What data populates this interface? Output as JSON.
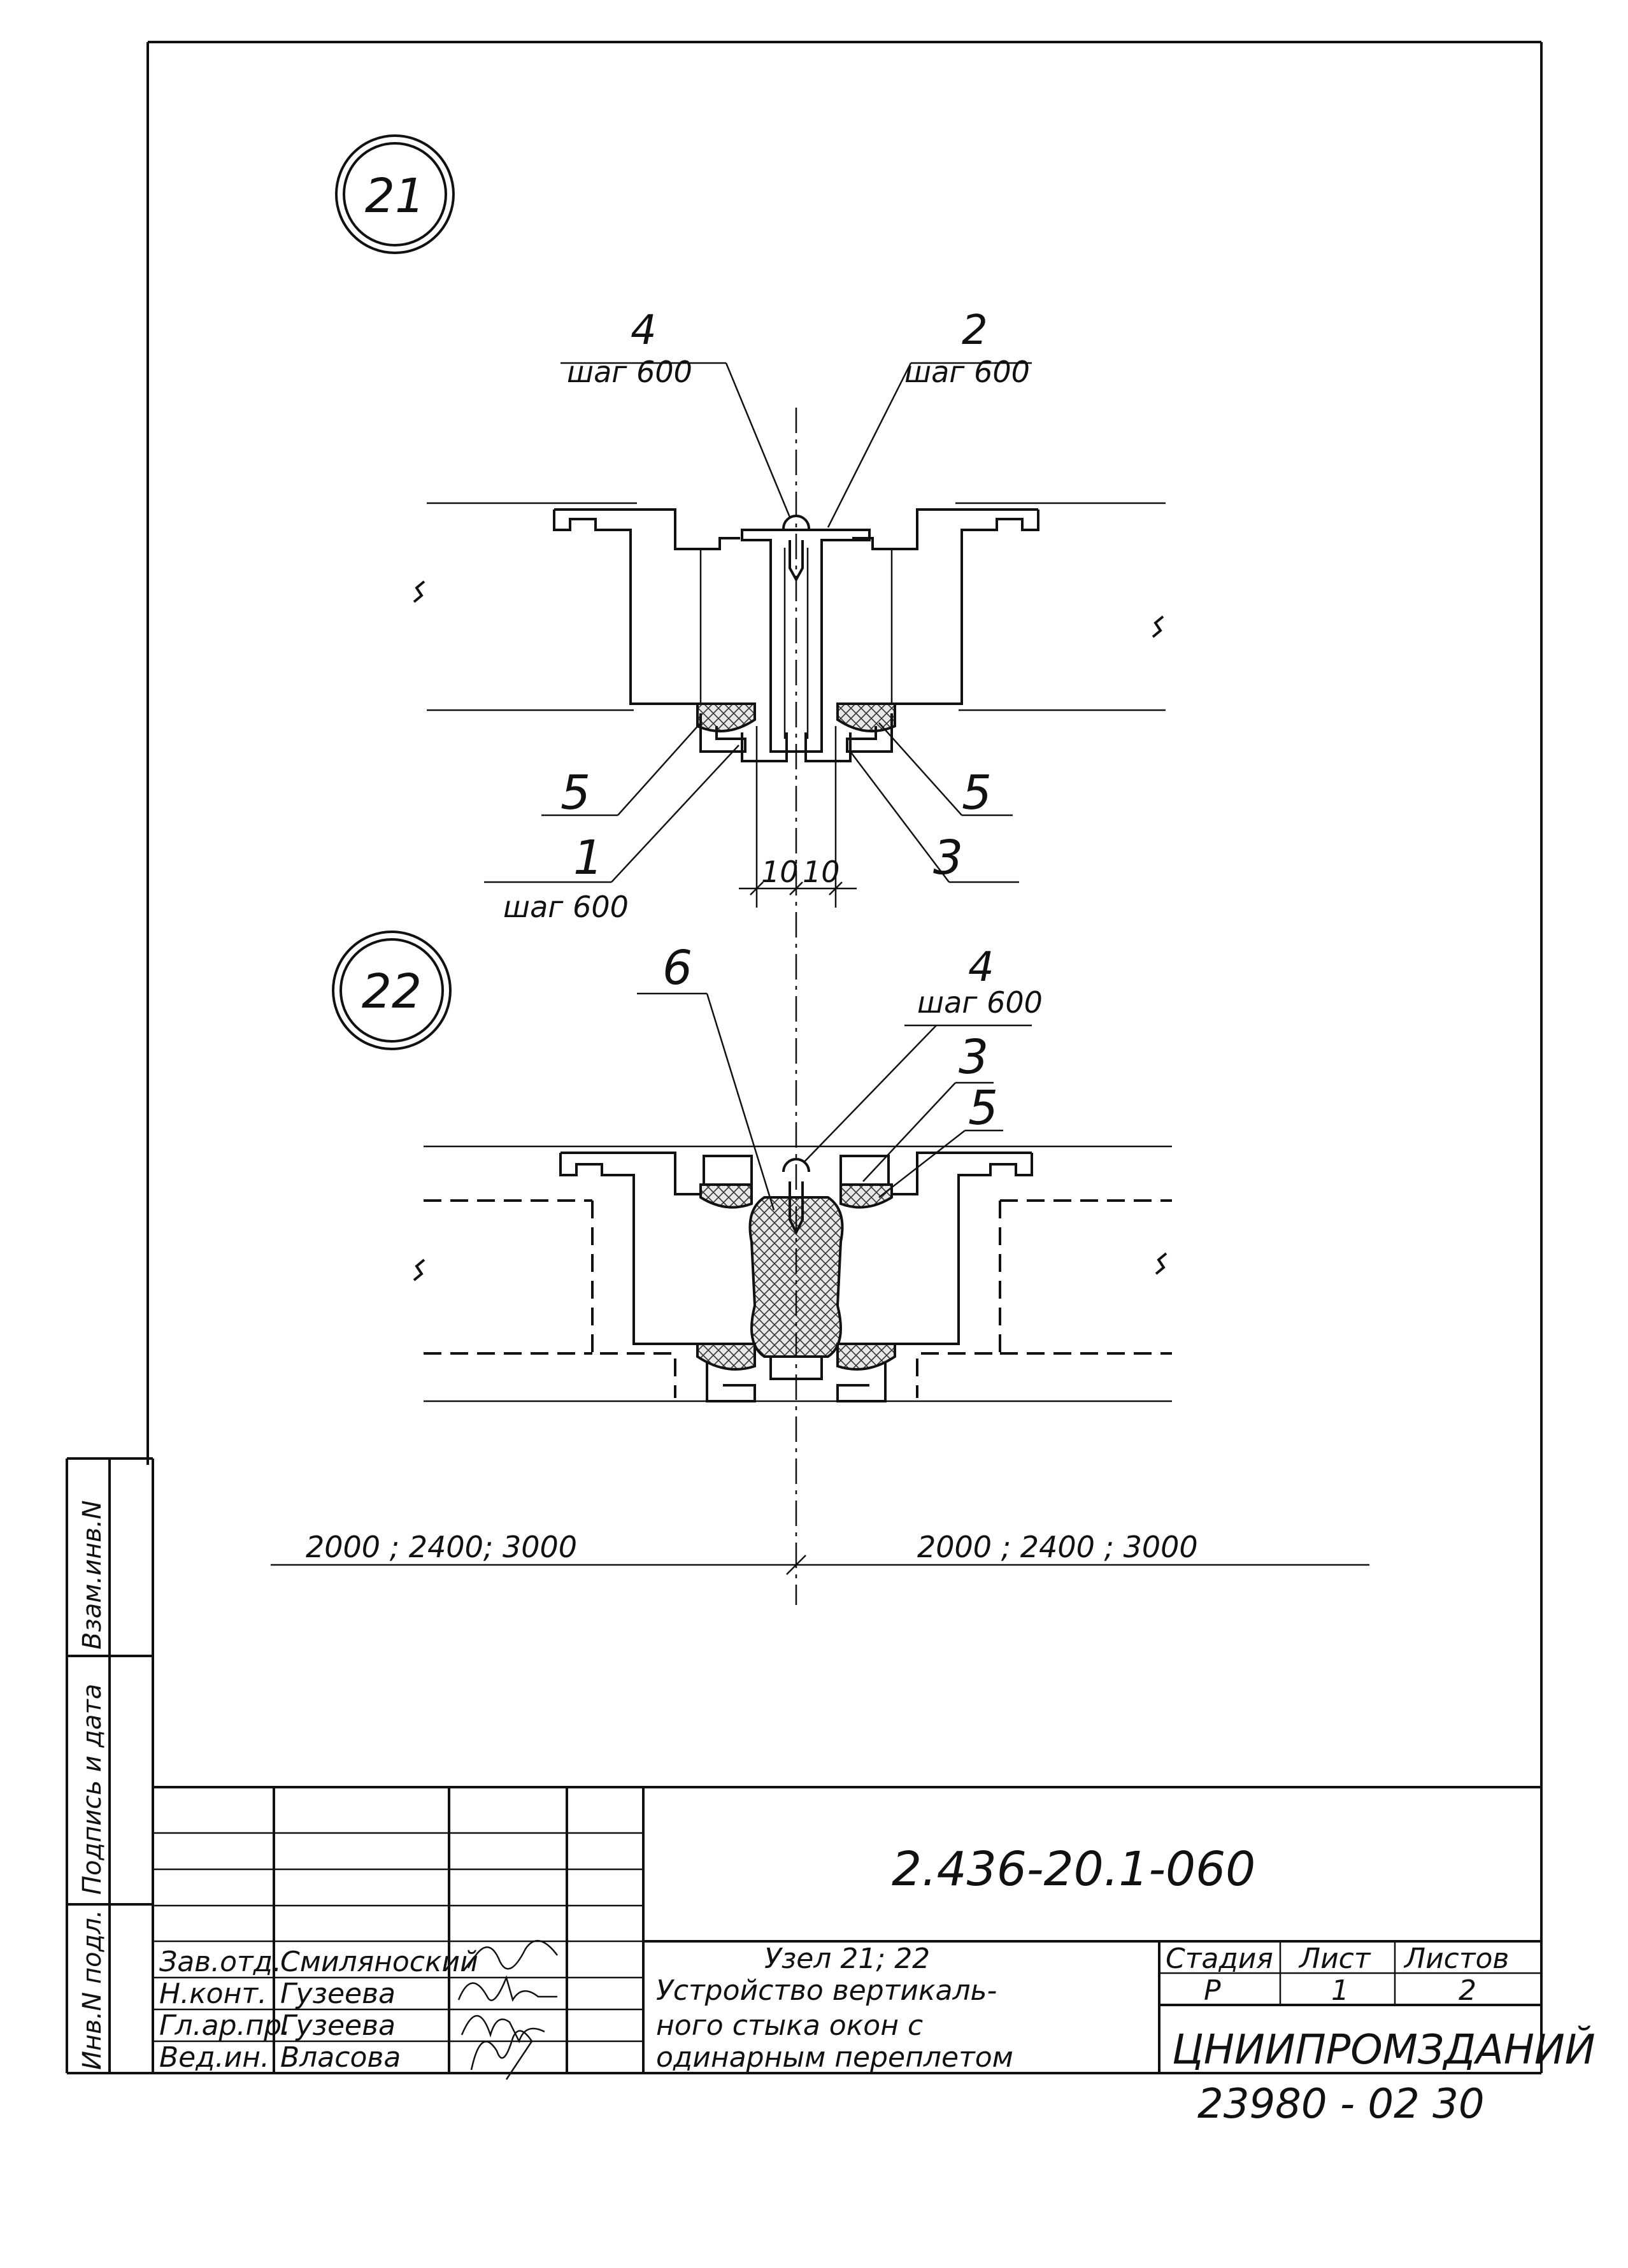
{
  "nodes": {
    "node21": "21",
    "node22": "22"
  },
  "node21": {
    "label_4": "4",
    "step_4": "шаг 600",
    "label_2": "2",
    "step_2": "шаг 600",
    "label_5_left": "5",
    "label_5_right": "5",
    "label_1": "1",
    "step_1": "шаг 600",
    "label_3": "3",
    "dim_left": "10",
    "dim_right": "10"
  },
  "node22": {
    "label_6": "6",
    "label_4": "4",
    "step_4": "шаг 600",
    "label_3": "3",
    "label_5": "5"
  },
  "dimensions": {
    "left": "2000 ;  2400;  3000",
    "right": "2000 ; 2400 ; 3000"
  },
  "side_stamp": {
    "c1": "Инв.N подл.",
    "c2": "Подпись и дата",
    "c3": "Взам.инв.N"
  },
  "title_block": {
    "doc_code": "2.436-20.1-060",
    "roles": [
      "Зав.отд.",
      "Н.конт.",
      "Гл.ар.пр.",
      "Вед.ин."
    ],
    "names": [
      "Смиляноский",
      "Гузеева",
      "Гузеева",
      "Власова"
    ],
    "title_line1": "Узел 21; 22",
    "title_line2": "Устройство вертикаль-",
    "title_line3": "ного стыка окон с",
    "title_line4": "одинарным переплетом",
    "stage_header": "Стадия",
    "sheet_header": "Лист",
    "sheets_header": "Листов",
    "stage_value": "Р",
    "sheet_value": "1",
    "sheets_value": "2",
    "organization": "ЦНИИПРОМЗДАНИЙ"
  },
  "archive_number": "23980 - 02   30"
}
